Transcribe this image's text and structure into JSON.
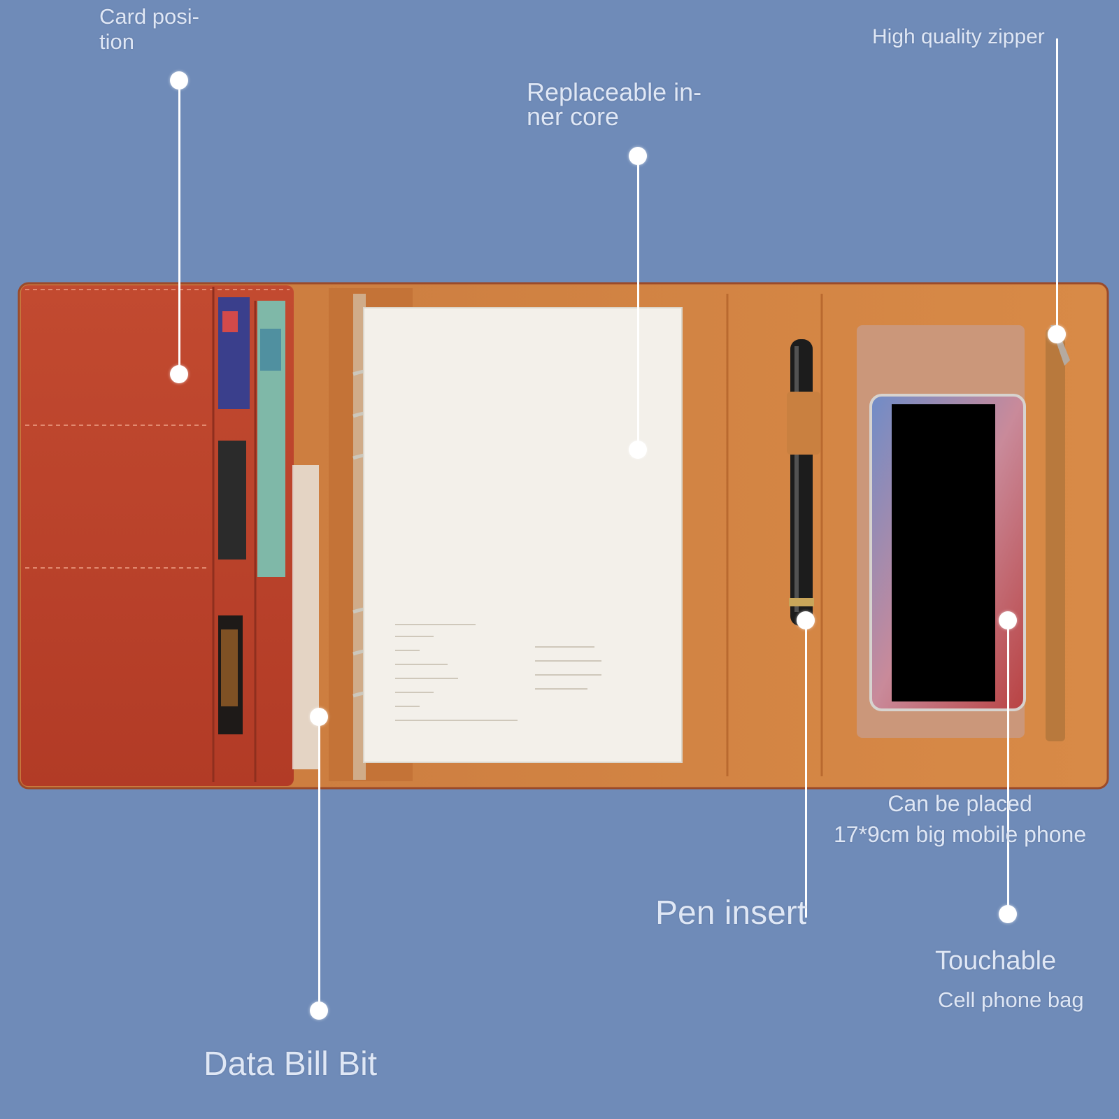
{
  "labels": {
    "card_position": [
      "Card posi-",
      "tion"
    ],
    "replaceable_core": [
      "Replaceable in-",
      "ner core"
    ],
    "zipper": "High quality zipper",
    "phone_size": [
      "Can be placed",
      "17*9cm big mobile phone"
    ],
    "pen_insert": "Pen insert",
    "touchable": "Touchable",
    "cell_phone_bag": "Cell phone bag",
    "data_bill_bit": "Data Bill Bit"
  },
  "colors": {
    "background": "#6f8bb8",
    "leather_left": "#b8402a",
    "leather_inner": "#d0803f",
    "paper": "#f2efe8",
    "label_text": "#dfe7f5",
    "callout": "#ffffff"
  }
}
